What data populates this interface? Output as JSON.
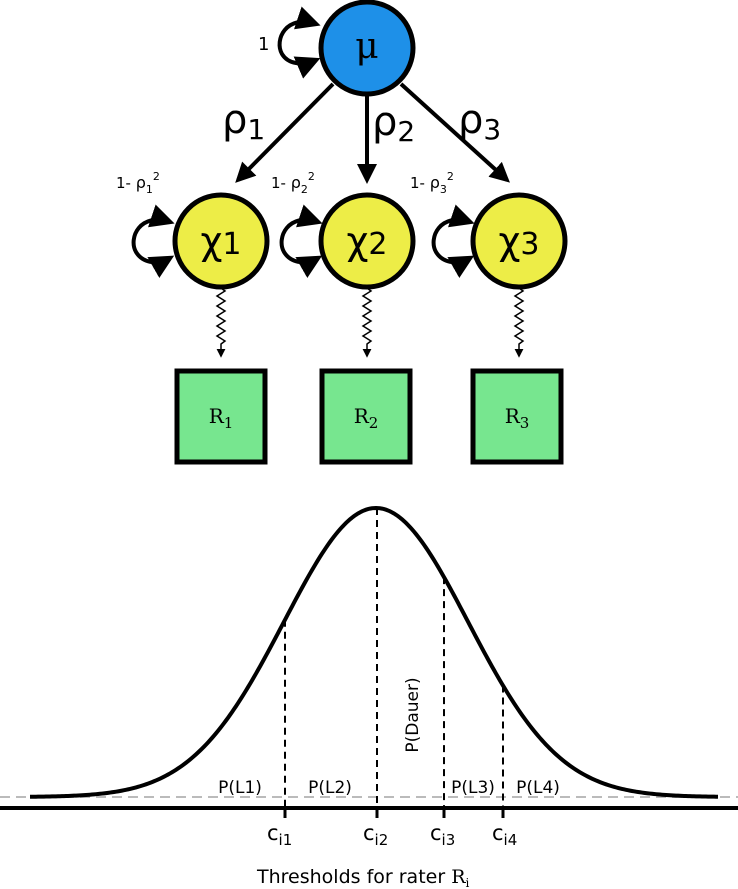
{
  "latent": {
    "mu_label": "μ",
    "self_loop_label": "1",
    "mu_color": "#1e90e8"
  },
  "loadings": [
    {
      "base": "ρ",
      "sub": "1"
    },
    {
      "base": "ρ",
      "sub": "2"
    },
    {
      "base": "ρ",
      "sub": "3"
    }
  ],
  "rater_latents": [
    {
      "base": "χ",
      "sub": "1",
      "var_prefix": "1- ",
      "var_base": "ρ",
      "var_sub": "1",
      "var_sup": "2"
    },
    {
      "base": "χ",
      "sub": "2",
      "var_prefix": "1- ",
      "var_base": "ρ",
      "var_sub": "2",
      "var_sup": "2"
    },
    {
      "base": "χ",
      "sub": "3",
      "var_prefix": "1- ",
      "var_base": "ρ",
      "var_sub": "3",
      "var_sup": "2"
    }
  ],
  "chi_color": "#eded47",
  "ratings": [
    {
      "base": "R",
      "sub": "1"
    },
    {
      "base": "R",
      "sub": "2"
    },
    {
      "base": "R",
      "sub": "3"
    }
  ],
  "rating_color": "#77e68f",
  "curve": {
    "regions": [
      "P(L1)",
      "P(L2)",
      "P(Dauer)",
      "P(L3)",
      "P(L4)"
    ],
    "thresholds": [
      {
        "base": "c",
        "sub": "i1"
      },
      {
        "base": "c",
        "sub": "i2"
      },
      {
        "base": "c",
        "sub": "i3"
      },
      {
        "base": "c",
        "sub": "i4"
      }
    ],
    "axis_label": "Thresholds for rater ",
    "axis_label_var": "R",
    "axis_label_var_sub": "i"
  }
}
